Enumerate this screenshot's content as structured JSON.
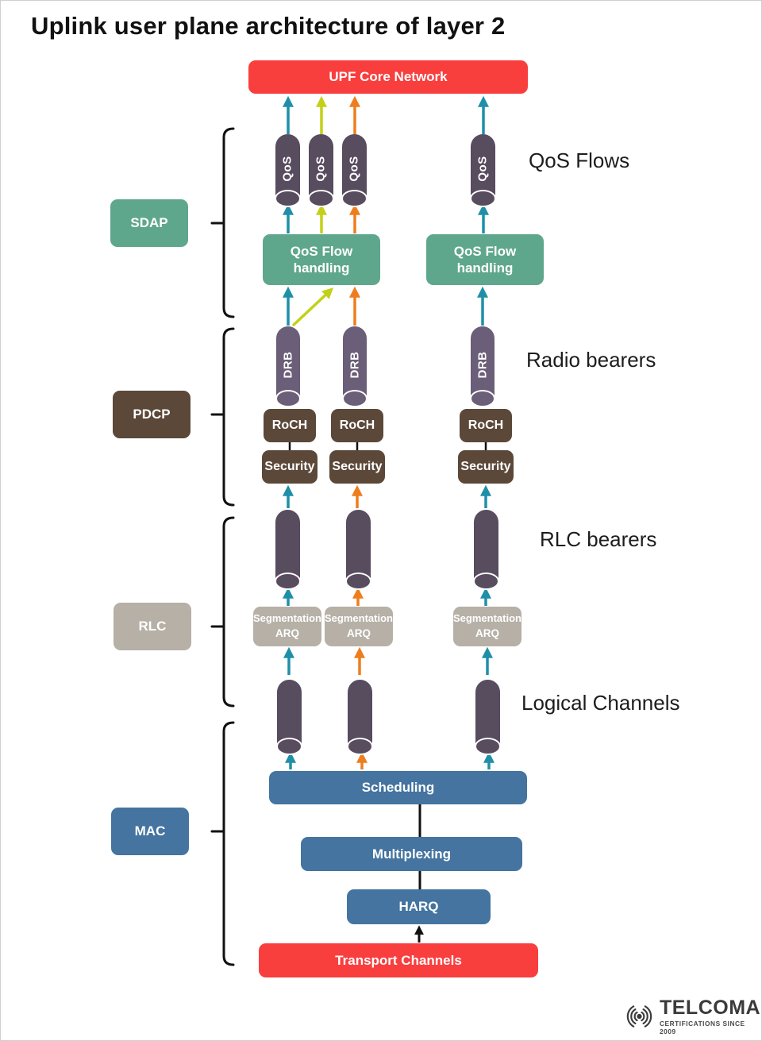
{
  "title": "Uplink user plane architecture of layer 2",
  "colors": {
    "red": "#f93e3e",
    "teal_arrow": "#1f8fa8",
    "yellow_arrow": "#c2d117",
    "orange_arrow": "#ee7d1d",
    "green": "#5fa78c",
    "brown": "#5b4839",
    "gray": "#b6b0a7",
    "blue": "#44749f",
    "cylinder_purple": "#584c5f",
    "drb_cylinder_purple": "#6b5e78",
    "black": "#1a1a1a"
  },
  "top_box": {
    "label": "UPF Core Network"
  },
  "row_labels": {
    "qos": "QoS Flows",
    "radio": "Radio bearers",
    "rlc": "RLC bearers",
    "logical": "Logical Channels"
  },
  "layer_labels": {
    "sdap": "SDAP",
    "pdcp": "PDCP",
    "rlc": "RLC",
    "mac": "MAC"
  },
  "cylinders": {
    "qos_label": "QoS",
    "drb_label": "DRB"
  },
  "qos_flow_handling": {
    "line1": "QoS Flow",
    "line2": "handling"
  },
  "pdcp_boxes": {
    "roch": "RoCH",
    "security": "Security"
  },
  "segmentation": {
    "line1": "Segmentation",
    "line2": "ARQ"
  },
  "mac_boxes": {
    "scheduling": "Scheduling",
    "multiplexing": "Multiplexing",
    "harq": "HARQ"
  },
  "bottom_box": {
    "label": "Transport Channels"
  },
  "logo": {
    "brand": "TELCOMA",
    "tagline": "CERTIFICATIONS SINCE 2009"
  }
}
